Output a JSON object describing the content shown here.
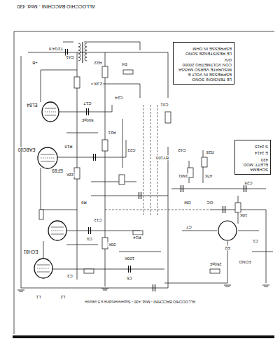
{
  "diagram": {
    "title": "ALLOCCHIO BACCHINI - Mod. 430",
    "caption": "ALLOCCHIO BACCHINI - Mod. 430 - Supereterodina a 5 valvole",
    "nodes": [
      {
        "text": [
          "EL84"
        ]
      },
      {
        "text": [
          "EABC80"
        ]
      },
      {
        "text": [
          "EF89"
        ]
      },
      {
        "text": [
          "ECH81"
        ]
      },
      {
        "text": [
          "LE TENSIONI SONO ESPRESSE IN VOLT E MISURATE VERSO MASSA CON VOLTMETRO 20000 Ω/V",
          "LE RESISTENZE SONO ESPRESSE IN OHM"
        ]
      },
      {
        "text": [
          "SCHEMA ELETT. MOD. 430",
          "E 2414",
          "S 2415"
        ]
      }
    ],
    "labels": [
      "T2/14.8",
      "C41",
      "R22",
      "2,2K",
      "C24",
      "R21",
      "C23",
      "R18",
      "C17",
      "500pF",
      "22K",
      "R9",
      "C12",
      "C9",
      "50K",
      "100K",
      "C3",
      "L1",
      "L2",
      "C5",
      "R4",
      "C31",
      "BY100",
      "C42",
      "R25",
      "1MΩ",
      "47K",
      "10K",
      "C28",
      "R14",
      "250pF",
      "C7",
      "R2",
      "C1",
      "FONO",
      "OM",
      "OC",
      "+B"
    ]
  }
}
